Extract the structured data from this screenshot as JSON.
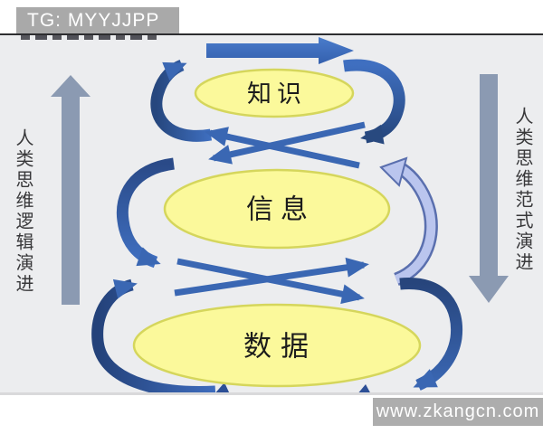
{
  "top_watermark": {
    "label": "TG: MYYJJPP",
    "bg": "#a9a9a9"
  },
  "bottom_watermark": {
    "label": "www.zkangcn.com",
    "bg": "#adadad"
  },
  "diagram": {
    "type": "DIKW-pyramid-cycle",
    "background": "#ecedef",
    "levels": [
      {
        "id": "knowledge",
        "label": "知识"
      },
      {
        "id": "information",
        "label": "信息"
      },
      {
        "id": "data",
        "label": "数据"
      }
    ],
    "left_caption": "人类思维逻辑演进",
    "right_caption": "人类思维范式演进",
    "colors": {
      "ellipse_fill": "#fbf99b",
      "ellipse_border": "#d5d65c",
      "arrow_blue": "#3a67b3",
      "arrow_navy": "#28497f",
      "arrow_periwinkle": "#bac5ee",
      "side_arrow_gray": "#8b9ab2"
    }
  }
}
